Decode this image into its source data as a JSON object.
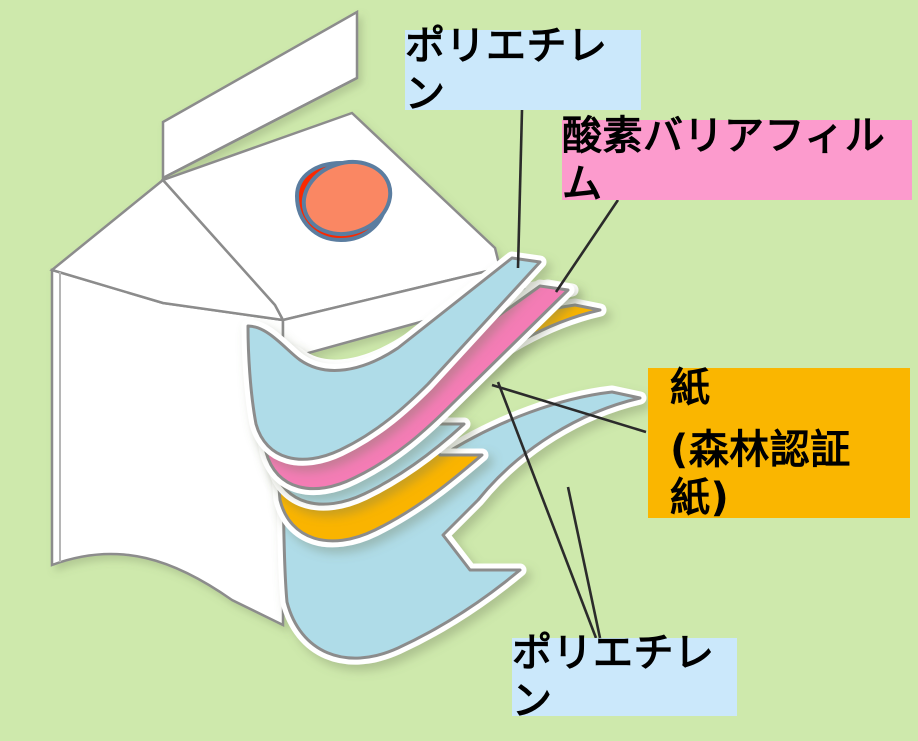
{
  "figure": {
    "kind": "cutaway-diagram",
    "subject": "gable-top milk carton laminate layer structure",
    "background_color": "#cee9ac"
  },
  "labels": {
    "polyethylene_top": {
      "text": "ポリエチレン",
      "box_color": "#cbe8fb",
      "text_color": "#000000"
    },
    "oxygen_barrier_film": {
      "text": "酸素バリアフィルム",
      "box_color": "#fc9bcd",
      "text_color": "#000000"
    },
    "paper": {
      "line1": "紙",
      "line2": "(森林認証紙)",
      "box_color": "#fab600",
      "text_color": "#000000"
    },
    "polyethylene_bottom": {
      "text": "ポリエチレン",
      "box_color": "#cbe8fb",
      "text_color": "#000000"
    }
  },
  "carton": {
    "body_color": "#ffffff",
    "outline_color": "#808080",
    "cap": {
      "name": "screw-cap",
      "side_color": "#fa2800",
      "top_color": "#fa8763",
      "outline_color": "#5b7da0"
    }
  },
  "layers": [
    {
      "name": "polyethylene-outer",
      "color": "#afdce8",
      "order": 1
    },
    {
      "name": "oxygen-barrier-film",
      "color": "#f47bb5",
      "order": 2
    },
    {
      "name": "polyethylene-middle",
      "color": "#afdce8",
      "order": 3
    },
    {
      "name": "paper-forest-certified",
      "color": "#fab400",
      "order": 4
    },
    {
      "name": "polyethylene-inner",
      "color": "#afdce8",
      "order": 5
    }
  ],
  "leader_lines": [
    {
      "name": "leader-pe-top",
      "from": "polyethylene_top label",
      "to": "outer blue layer tip"
    },
    {
      "name": "leader-oxygen",
      "from": "oxygen_barrier_film label",
      "to": "pink layer tip"
    },
    {
      "name": "leader-paper",
      "from": "paper label",
      "to": "orange paper layer"
    },
    {
      "name": "leader-pe-bot-a",
      "from": "polyethylene_bottom label",
      "to": "middle blue layer"
    },
    {
      "name": "leader-pe-bot-b",
      "from": "polyethylene_bottom label",
      "to": "inner blue layer"
    }
  ]
}
